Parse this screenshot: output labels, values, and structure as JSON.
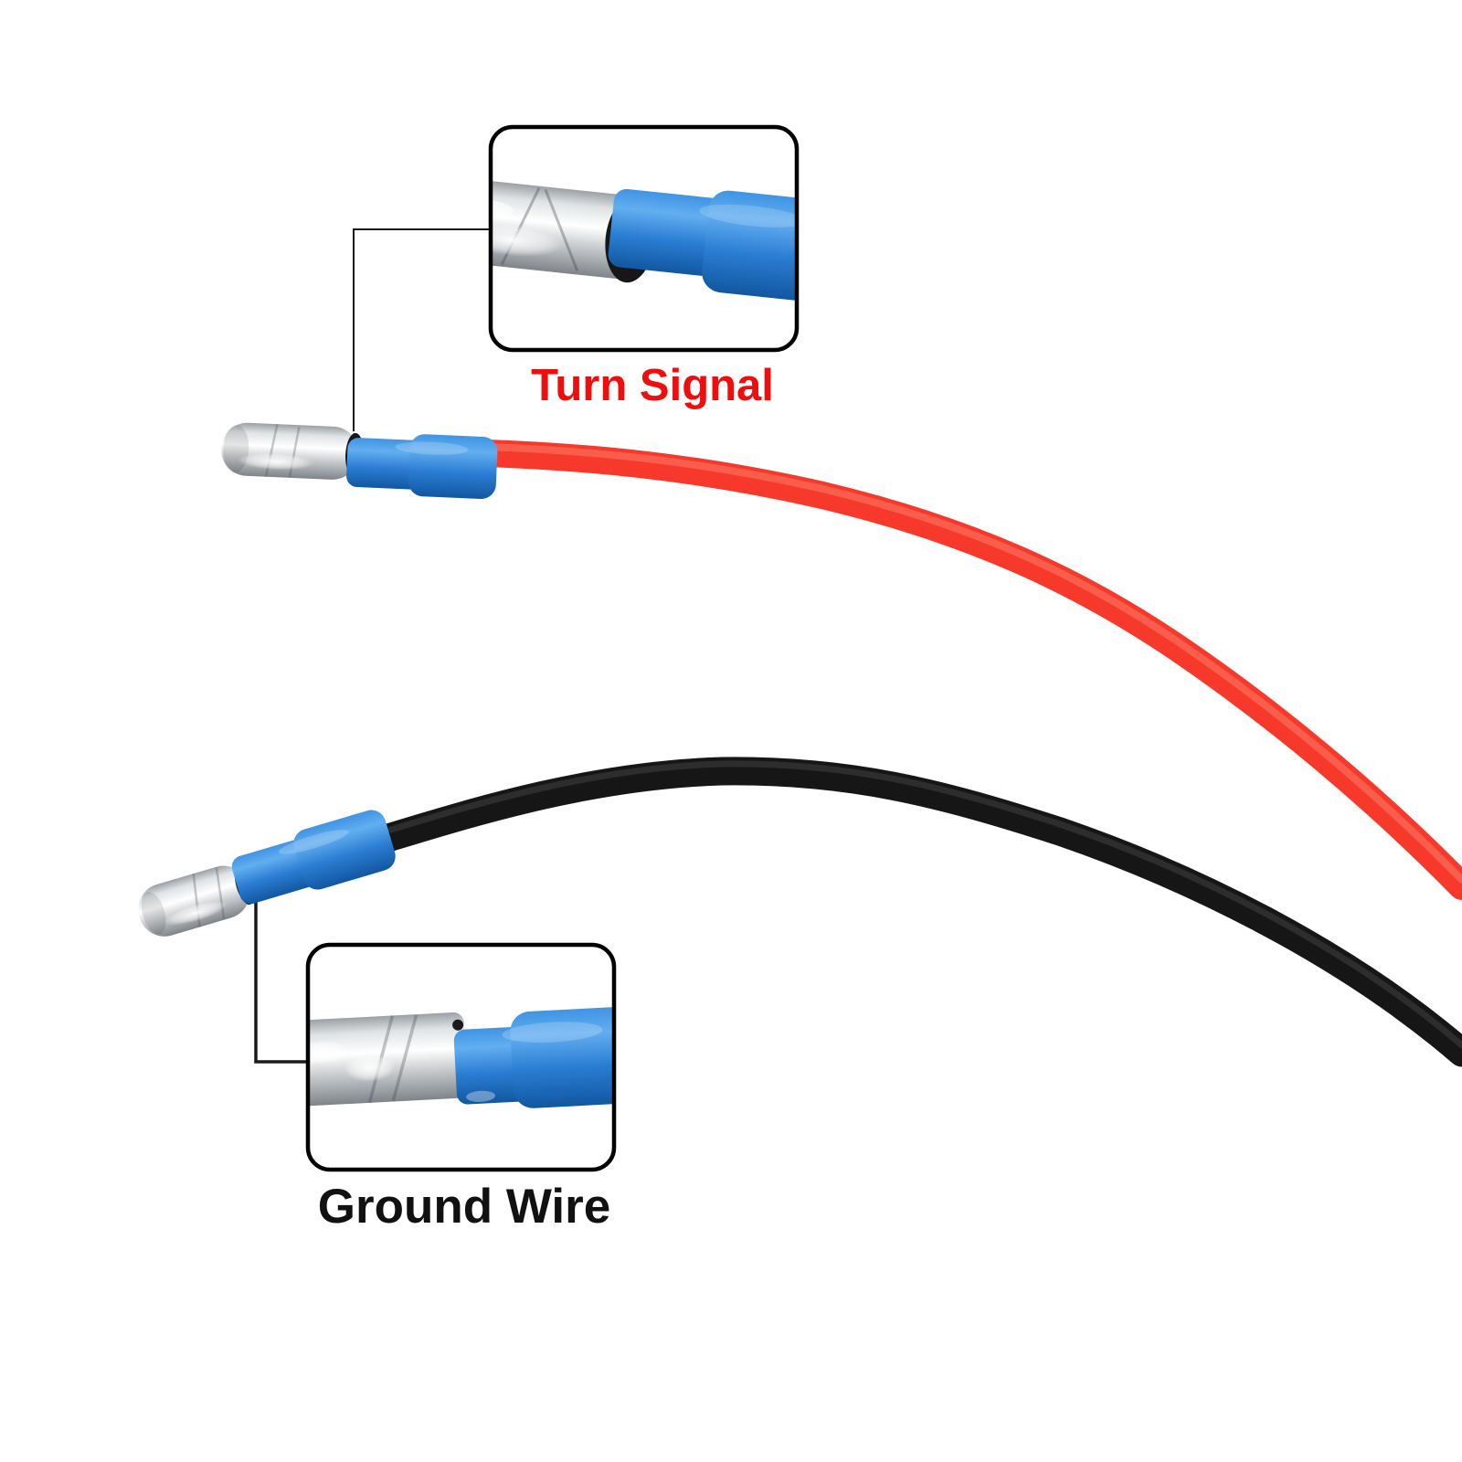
{
  "image_type": "annotated product photo of turn-signal wiring pigtails",
  "background": "#ffffff",
  "annotations": {
    "turn_signal": {
      "caption": "Turn Signal",
      "caption_color": "#ee0e0e"
    },
    "ground_wire": {
      "caption": "Ground Wire",
      "caption_color": "#111111"
    }
  },
  "wires": {
    "turn_signal_wire": {
      "color_name": "red",
      "color": "#f6392b",
      "highlight": "#ff8a75"
    },
    "ground_wire": {
      "color_name": "black",
      "color": "#161616",
      "highlight": "#5a5a5a"
    }
  },
  "connector": {
    "kind": "bullet-terminal-with-blue-insulated-sleeve",
    "sleeve_blue_top": "#3f94e4",
    "sleeve_blue_light": "#62aef0",
    "sleeve_blue_mid": "#2a7dd3",
    "sleeve_blue_dark": "#1257a0",
    "metal_edge_top": "#9aa0a5",
    "metal_light": "#dfe3e5",
    "metal_white": "#ffffff",
    "metal_mid": "#c7cbce",
    "metal_dark": "#7e8489",
    "crimp_shadow": "#171717"
  },
  "callout": {
    "line_color": "#1a1a1a",
    "box_border_color": "#000000",
    "box_fill": "#ffffff"
  }
}
